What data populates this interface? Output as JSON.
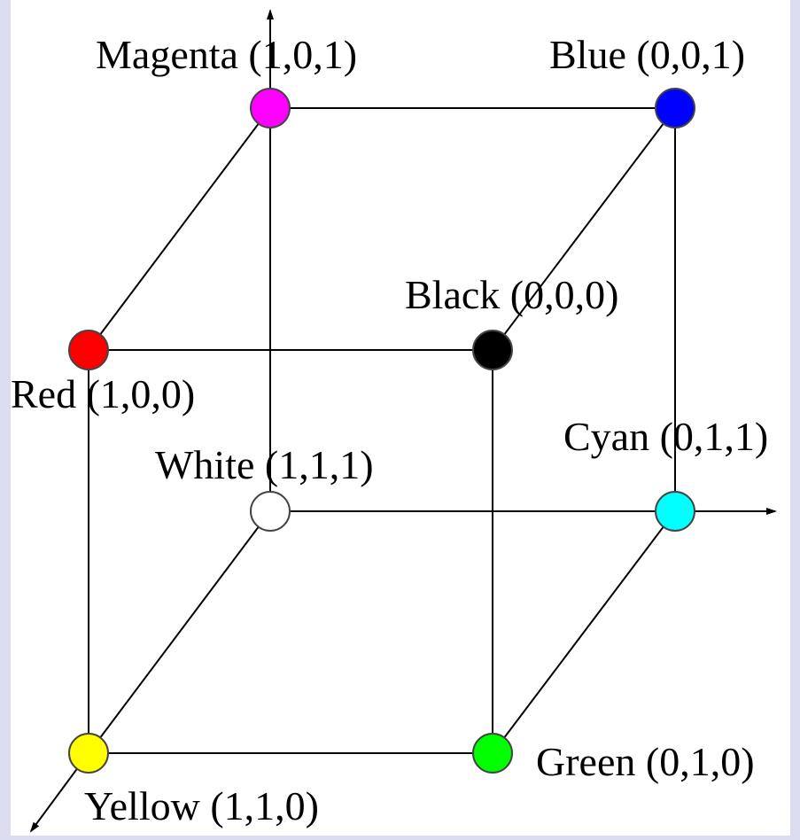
{
  "colors": {
    "page_background": "#dcdcf0",
    "panel": "#ffffff",
    "edge": "#000000"
  },
  "nodes": [
    {
      "id": "magenta",
      "label": "Magenta (1,0,1)",
      "color": "#ff00ff"
    },
    {
      "id": "blue",
      "label": "Blue (0,0,1)",
      "color": "#0000ff"
    },
    {
      "id": "red",
      "label": "Red (1,0,0)",
      "color": "#ff0000"
    },
    {
      "id": "black",
      "label": "Black (0,0,0)",
      "color": "#000000"
    },
    {
      "id": "white",
      "label": "White (1,1,1)",
      "color": "#ffffff"
    },
    {
      "id": "cyan",
      "label": "Cyan (0,1,1)",
      "color": "#00ffff"
    },
    {
      "id": "yellow",
      "label": "Yellow (1,1,0)",
      "color": "#ffff00"
    },
    {
      "id": "green",
      "label": "Green (0,1,0)",
      "color": "#00ff00"
    }
  ],
  "edges": [
    [
      "magenta",
      "blue"
    ],
    [
      "magenta",
      "red"
    ],
    [
      "magenta",
      "white"
    ],
    [
      "blue",
      "black"
    ],
    [
      "blue",
      "cyan"
    ],
    [
      "red",
      "black"
    ],
    [
      "red",
      "yellow"
    ],
    [
      "black",
      "green"
    ],
    [
      "white",
      "cyan"
    ],
    [
      "white",
      "yellow"
    ],
    [
      "cyan",
      "green"
    ],
    [
      "yellow",
      "green"
    ]
  ]
}
